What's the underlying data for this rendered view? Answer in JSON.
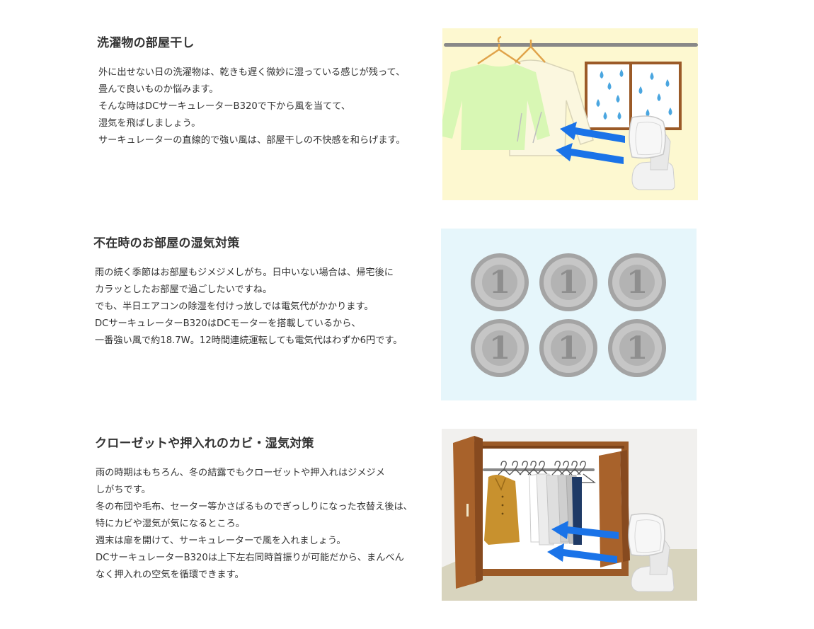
{
  "sections": [
    {
      "title": "洗濯物の部屋干し",
      "lines": [
        "外に出せない日の洗濯物は、乾きも遅く微妙に湿っている感じが残って、",
        "畳んで良いものか悩みます。",
        "そんな時はDCサーキュレーターB320で下から風を当てて、",
        "湿気を飛ばしましょう。",
        "サーキュレーターの直線的で強い風は、部屋干しの不快感を和らげます。"
      ]
    },
    {
      "title": "不在時のお部屋の湿気対策",
      "lines": [
        "雨の続く季節はお部屋もジメジメしがち。日中いない場合は、帰宅後に",
        "カラッとしたお部屋で過ごしたいですね。",
        "でも、半日エアコンの除湿を付けっ放しでは電気代がかかります。",
        "DCサーキュレーターB320はDCモーターを搭載しているから、",
        "一番強い風で約18.7W。12時間連続運転しても電気代はわずか6円です。"
      ],
      "coin_label": "1"
    },
    {
      "title": "クローゼットや押入れのカビ・湿気対策",
      "lines": [
        "雨の時期はもちろん、冬の結露でもクローゼットや押入れはジメジメ",
        "しがちです。",
        "冬の布団や毛布、セーター等かさばるものでぎっしりになった衣替え後は、",
        "特にカビや湿気が気になるところ。",
        "週末は扉を開けて、サーキュレーターで風を入れましょう。",
        "DCサーキュレーターB320は上下左右同時首振りが可能だから、まんべん",
        "なく押入れの空気を循環できます。"
      ]
    }
  ],
  "colors": {
    "laundry_bg": "#fdf8d0",
    "coins_bg": "#e6f6fb",
    "closet_wall": "#f1f0ee",
    "closet_floor": "#d8d4be",
    "airflow_arrow": "#1a73e8",
    "wood": "#9b5a27"
  }
}
